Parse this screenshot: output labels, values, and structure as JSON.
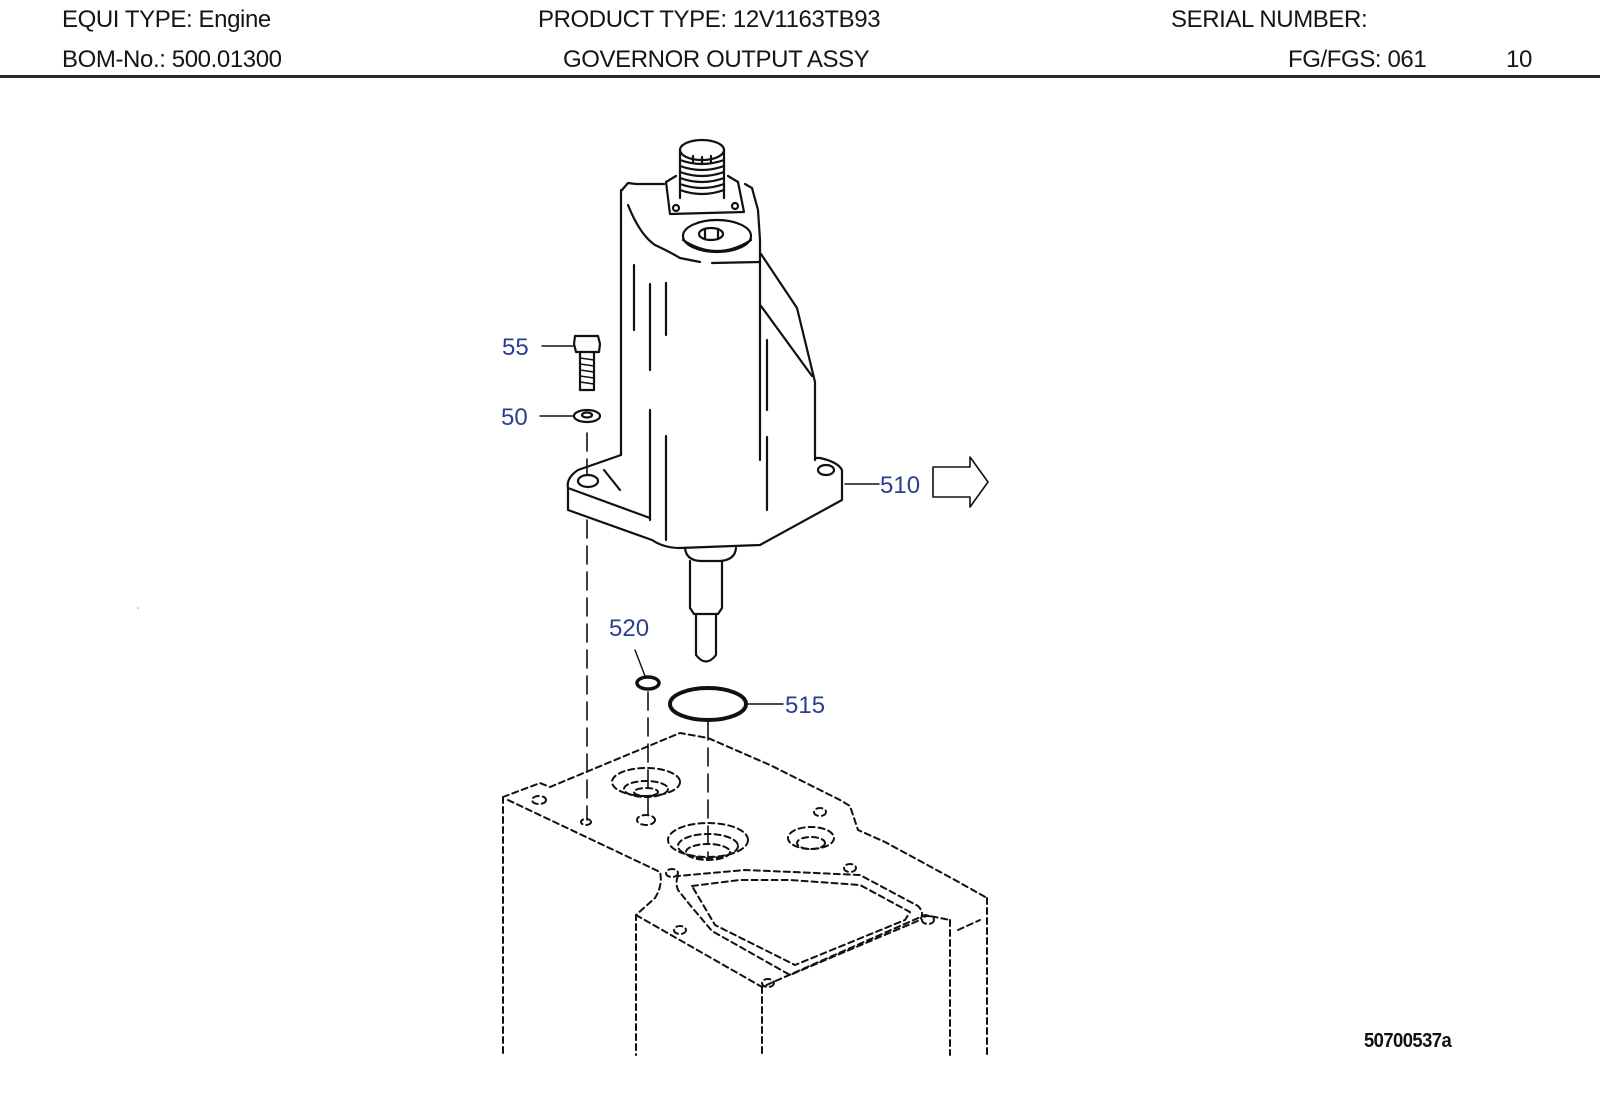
{
  "header": {
    "equi_type_label": "EQUI TYPE:",
    "equi_type_value": "Engine",
    "product_type_label": "PRODUCT TYPE:",
    "product_type_value": "12V1163TB93",
    "serial_number_label": "SERIAL NUMBER:",
    "serial_number_value": "",
    "bom_label": "BOM-No.:",
    "bom_value": "500.01300",
    "assembly_title": "GOVERNOR OUTPUT ASSY",
    "fg_fgs_label": "FG/FGS:",
    "fg_fgs_value": "061",
    "fg_fgs_sub": "10"
  },
  "drawing": {
    "callouts": [
      {
        "id": "55",
        "part": "hex-bolt"
      },
      {
        "id": "50",
        "part": "washer"
      },
      {
        "id": "510",
        "part": "governor-output-unit",
        "has_reference_arrow": true
      },
      {
        "id": "520",
        "part": "small-o-ring"
      },
      {
        "id": "515",
        "part": "large-o-ring"
      }
    ],
    "callout_color": "#2b3f8f",
    "line_color": "#111111",
    "figure_id": "50700537a"
  }
}
